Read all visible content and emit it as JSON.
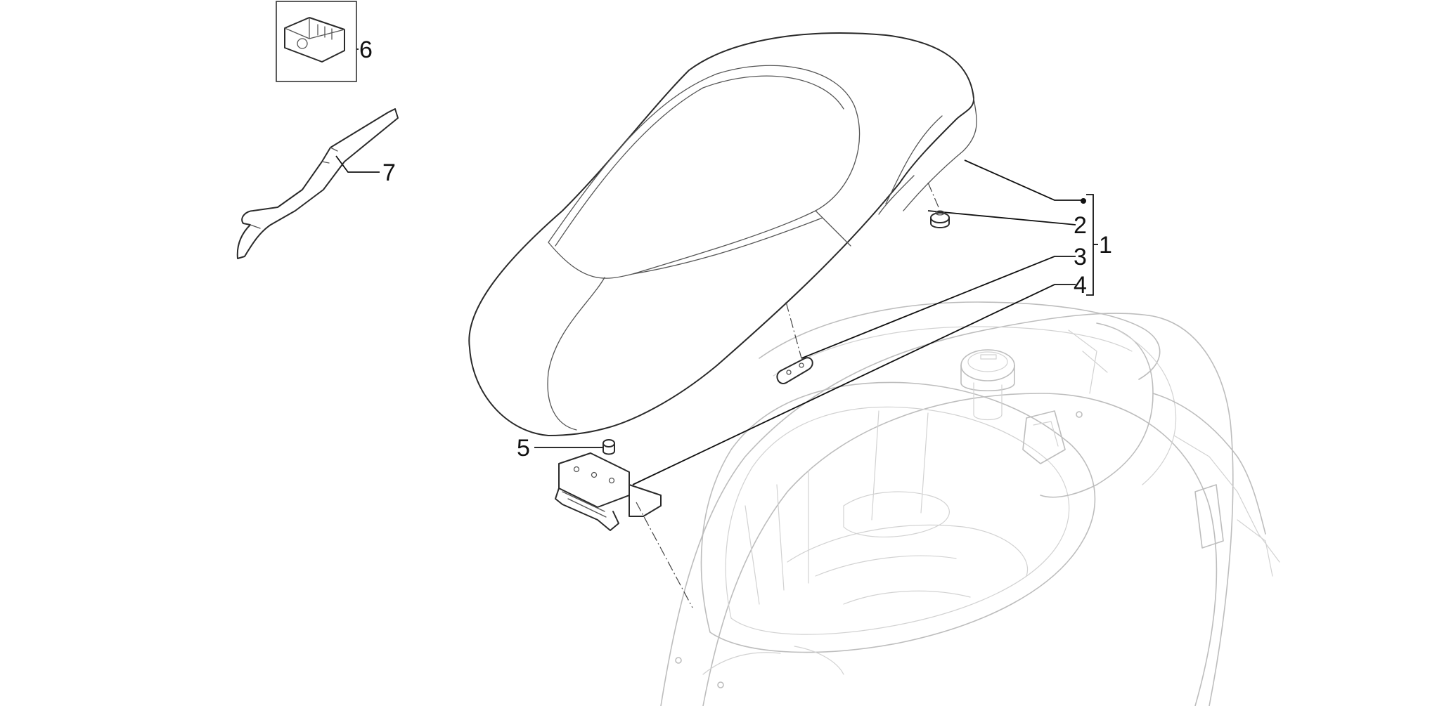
{
  "diagram": {
    "callouts": {
      "c1": "1",
      "c2": "2",
      "c3": "3",
      "c4": "4",
      "c5": "5",
      "c6": "6",
      "c7": "7"
    },
    "colors": {
      "line": "#2a2a2a",
      "scooter_body": "#bdbdbd",
      "background": "#ffffff"
    }
  }
}
